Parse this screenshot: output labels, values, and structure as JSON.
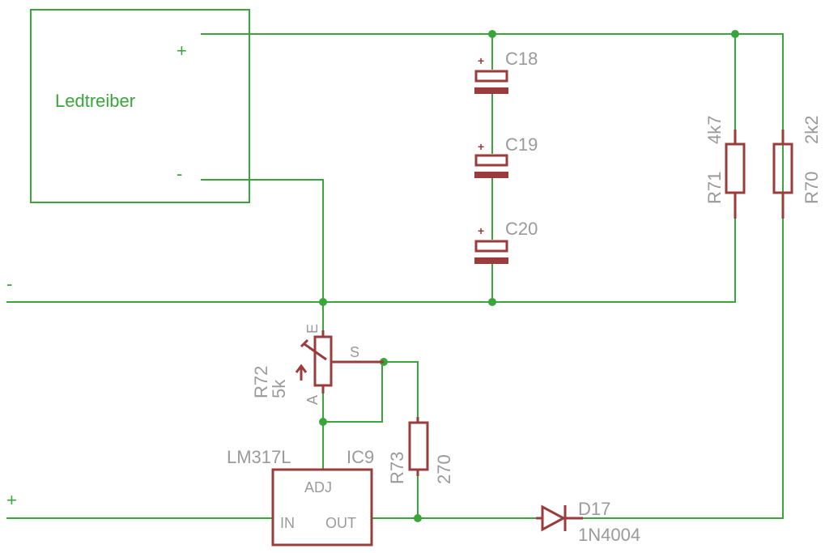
{
  "driver_box": {
    "label": "Ledtreiber",
    "plus": "+",
    "minus": "-"
  },
  "rails": {
    "minus_label": "-",
    "plus_label": "+"
  },
  "capacitors": [
    {
      "name": "C18",
      "polarity": "+"
    },
    {
      "name": "C19",
      "polarity": "+"
    },
    {
      "name": "C20",
      "polarity": "+"
    }
  ],
  "resistors": [
    {
      "name": "R71",
      "value": "4k7"
    },
    {
      "name": "R70",
      "value": "2k2"
    },
    {
      "name": "R73",
      "value": "270"
    }
  ],
  "potentiometer": {
    "name": "R72",
    "value": "5k",
    "pin_e": "E",
    "pin_s": "S",
    "pin_a": "A"
  },
  "regulator": {
    "part": "LM317L",
    "name": "IC9",
    "adj": "ADJ",
    "in": "IN",
    "out": "OUT"
  },
  "diode": {
    "name": "D17",
    "value": "1N4004"
  },
  "colors": {
    "wire": "#3aa53a",
    "symbol": "#9a3c3c",
    "label": "#9a9a9a"
  }
}
